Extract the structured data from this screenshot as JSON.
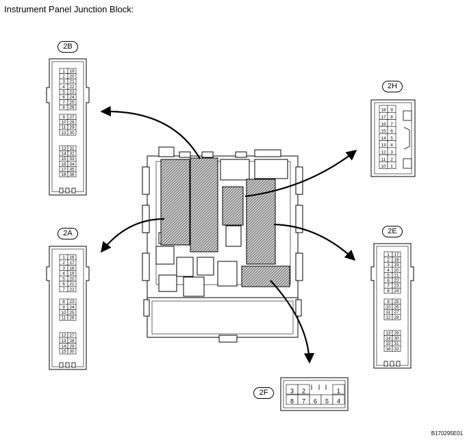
{
  "title": "Instrument Panel Junction Block:",
  "figure_code": "B170295E01",
  "connectors": {
    "2B": {
      "label": "2B",
      "groups": [
        [
          [
            "1",
            "19"
          ],
          [
            "2",
            "20"
          ],
          [
            "3",
            "21"
          ],
          [
            "4",
            "22"
          ],
          [
            "5",
            "23"
          ],
          [
            "6",
            "24"
          ],
          [
            "7",
            "25"
          ],
          [
            "8",
            "26"
          ]
        ],
        [
          [
            "9",
            "27"
          ],
          [
            "10",
            "28"
          ],
          [
            "11",
            "29"
          ],
          [
            "12",
            "30"
          ]
        ],
        [
          [
            "13",
            "31"
          ],
          [
            "14",
            "32"
          ],
          [
            "15",
            "33"
          ],
          [
            "16",
            "34"
          ],
          [
            "17",
            "35"
          ],
          [
            "18",
            "36"
          ]
        ]
      ]
    },
    "2A": {
      "label": "2A",
      "groups": [
        [
          [
            "1",
            "16"
          ],
          [
            "2",
            "17"
          ],
          [
            "3",
            "18"
          ],
          [
            "4",
            "19"
          ],
          [
            "5",
            "20"
          ],
          [
            "6",
            "21"
          ],
          [
            "7",
            "22"
          ]
        ],
        [
          [
            "8",
            "23"
          ],
          [
            "9",
            "24"
          ],
          [
            "10",
            "25"
          ],
          [
            "11",
            "26"
          ]
        ],
        [
          [
            "12",
            "27"
          ],
          [
            "13",
            "28"
          ],
          [
            "14",
            "29"
          ],
          [
            "15",
            "30"
          ]
        ]
      ]
    },
    "2E": {
      "label": "2E",
      "groups": [
        [
          [
            "1",
            "17"
          ],
          [
            "2",
            "18"
          ],
          [
            "3",
            "19"
          ],
          [
            "4",
            "20"
          ],
          [
            "5",
            "21"
          ],
          [
            "6",
            "22"
          ],
          [
            "7",
            "23"
          ],
          [
            "8",
            "24"
          ]
        ],
        [
          [
            "9",
            "25"
          ],
          [
            "10",
            "26"
          ],
          [
            "11",
            "27"
          ],
          [
            "12",
            "28"
          ]
        ],
        [
          [
            "13",
            "29"
          ],
          [
            "14",
            "30"
          ],
          [
            "15",
            "31"
          ],
          [
            "16",
            "32"
          ]
        ]
      ]
    },
    "2H": {
      "label": "2H",
      "rows": [
        [
          "18",
          "9"
        ],
        [
          "17",
          "8"
        ],
        [
          "16",
          "7"
        ],
        [
          "15",
          "6"
        ],
        [
          "14",
          "5"
        ],
        [
          "13",
          "4"
        ],
        [
          "12",
          "3"
        ],
        [
          "11",
          "2"
        ],
        [
          "10",
          "1"
        ]
      ]
    },
    "2F": {
      "label": "2F",
      "top_row": [
        "3",
        "2",
        "1"
      ],
      "bottom_row": [
        "8",
        "7",
        "6",
        "5",
        "4"
      ]
    }
  }
}
